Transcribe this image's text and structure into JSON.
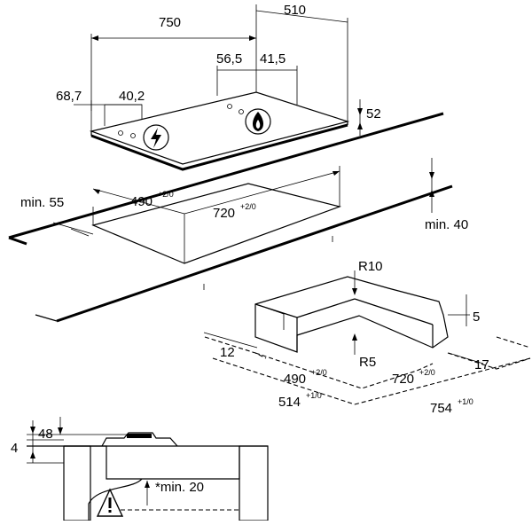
{
  "hob_dimensions": {
    "width": "750",
    "depth": "510",
    "left_offset": "68,7",
    "control_offset": "40,2",
    "burner_offset_a": "56,5",
    "burner_offset_b": "41,5",
    "height": "52"
  },
  "cutout": {
    "min_distance_back": "min. 55",
    "depth": "490",
    "depth_tolerance": "+2/0",
    "width": "720",
    "width_tolerance": "+2/0",
    "min_distance_side": "min. 40"
  },
  "frame_detail": {
    "radius_outer": "R10",
    "radius_inner": "R5",
    "edge_height": "5",
    "side_margin": "12",
    "depth": "490",
    "depth_tolerance": "+2/0",
    "width": "720",
    "width_tolerance": "+2/0",
    "front_margin": "17",
    "outer_depth": "514",
    "outer_depth_tolerance": "+1/0",
    "outer_width": "754",
    "outer_width_tolerance": "+1/0"
  },
  "section": {
    "top_height": "4",
    "total_height": "48",
    "min_clearance": "*min. 20"
  },
  "icons": [
    "electric-spark-icon",
    "gas-flame-icon",
    "warning-triangle-icon"
  ]
}
